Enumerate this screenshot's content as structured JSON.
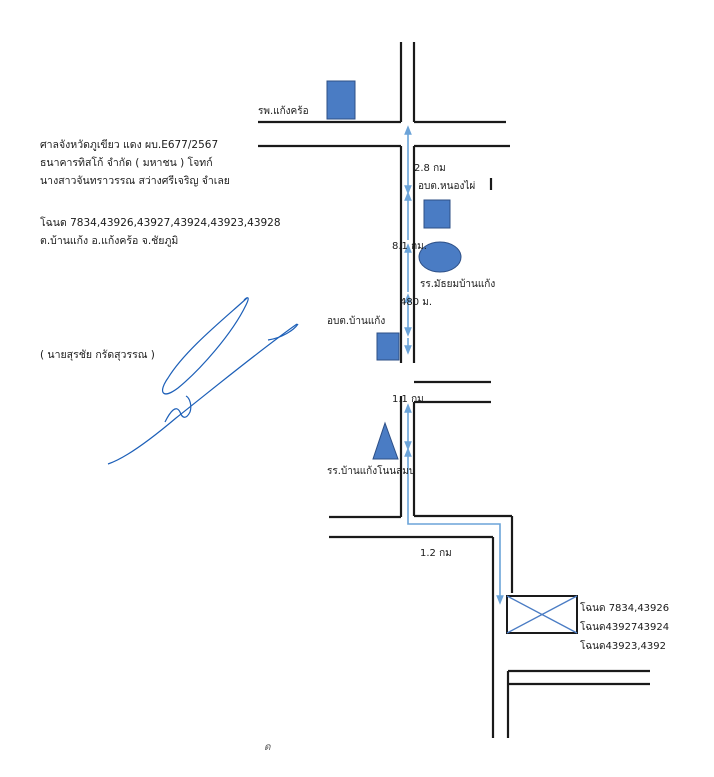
{
  "case_info": {
    "line1": "ศาลจังหวัดภูเขียว แดง ผบ.E677/2567",
    "line2": "ธนาคารทิสโก้ จำกัด ( มหาชน )  โจทก์",
    "line3": "นางสาวจันทราวรรณ สว่างศรีเจริญ   จำเลย",
    "deed_line": "โฉนด 7834,43926,43927,43924,43923,43928",
    "location_line": "ต.บ้านแก้ง อ.แก้งคร้อ จ.ชัยภูมิ"
  },
  "signer": "( นายสุรชัย  กรัดสุวรรณ )",
  "map": {
    "hospital_label": "รพ.แก้งคร้อ",
    "dist_top": "2.8 กม",
    "nongphai_label": "อบต.หนองไผ่",
    "dist_mid": "8.1 กม.",
    "school_label": "รร.มัธยมบ้านแก้ง",
    "dist_480": "480 ม.",
    "banhaeng_label": "อบต.บ้านแก้ง",
    "dist_1_1": "1.1 กม",
    "school2_label": "รร.บ้านแก้งโนนสมบ",
    "dist_1_2": "1.2 กม",
    "deed1": "โฉนด 7834,43926",
    "deed2": "โฉนด4392743924",
    "deed3": "โฉนด43923,4392",
    "page_mark": "ด"
  },
  "colors": {
    "marker_fill": "#4a7cc4",
    "marker_stroke": "#2d4f86",
    "route_arrow": "#6ba3d8",
    "signature": "#1c5fb8",
    "road": "#1a1a1a"
  }
}
